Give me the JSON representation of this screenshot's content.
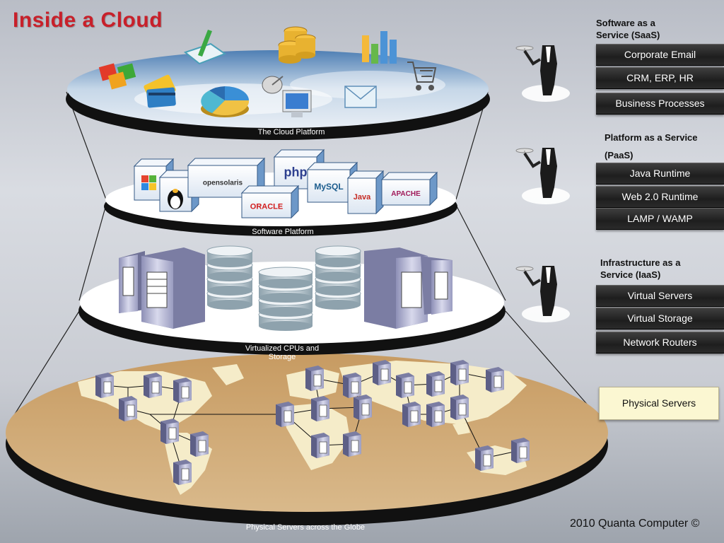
{
  "title": "Inside a Cloud",
  "layers": {
    "cloud": "The Cloud Platform",
    "software": "Software Platform",
    "virtualized": "Virtualized CPUs and Storage",
    "physical": "Physical Servers across the Globe"
  },
  "logos": {
    "opensolaris": "opensolaris",
    "php": "php",
    "oracle": "ORACLE",
    "mysql": "MySQL",
    "java": "Java",
    "apache": "APACHE"
  },
  "services": {
    "saas": {
      "title": "Software as a Service (SaaS)",
      "items": [
        "Corporate Email",
        "CRM, ERP, HR",
        "Business Processes"
      ]
    },
    "paas": {
      "title_line1": "Platform as a Service",
      "title_line2": "(PaaS)",
      "items": [
        "Java Runtime",
        "Web 2.0 Runtime",
        "LAMP / WAMP"
      ]
    },
    "iaas": {
      "title": "Infrastructure as a Service (IaaS)",
      "items": [
        "Virtual Servers",
        "Virtual Storage",
        "Network Routers"
      ]
    },
    "physical": "Physical Servers"
  },
  "copyright": "2010 Quanta Computer ©",
  "colors": {
    "title": "#c8202a",
    "button_dark": "#1e1e1e",
    "physical_button": "#fbf7d2",
    "map_land": "#f5ecc9",
    "map_sea": "#d8b88a"
  }
}
